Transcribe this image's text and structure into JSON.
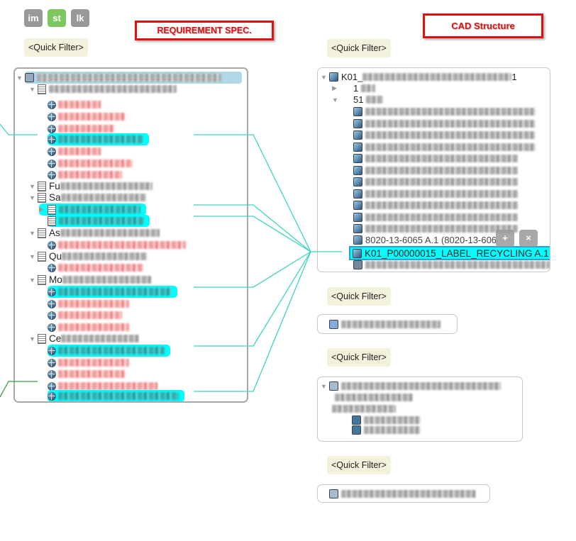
{
  "toolbar": {
    "im": "im",
    "st": "st",
    "lk": "lk"
  },
  "callouts": {
    "req": "REQUIREMENT SPEC.",
    "cad": "CAD Structure"
  },
  "quick_filter": "<Quick Filter>",
  "req_tree": {
    "prefixes": {
      "fu": "Fu",
      "sa": "Sa",
      "as": "As",
      "qu": "Qu",
      "mo": "Mo",
      "ce": "Ce"
    }
  },
  "cad_tree": {
    "root_prefix": "K01_",
    "root_suffix": "1",
    "child1": "1",
    "child2": "51",
    "partial_row": "8020-13-6065 A.1 (8020-13-606",
    "selected": "K01_P00000015_LABEL_RECYCLING A.1"
  },
  "overlay_buttons": {
    "add": "+",
    "remove": "×"
  },
  "colors": {
    "link": "#3fd4c0",
    "highlight": "#00ffff",
    "callout": "#e01010"
  }
}
